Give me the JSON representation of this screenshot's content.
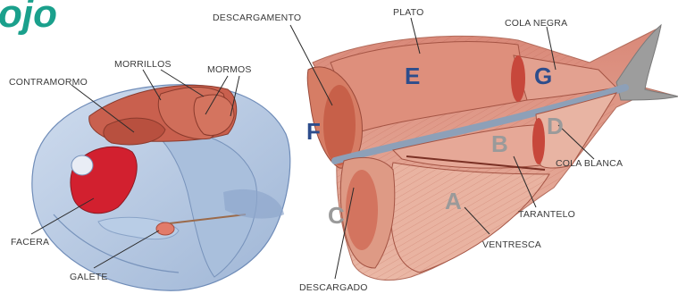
{
  "title": "ojo",
  "head_labels": {
    "contramormo": "CONTRAMORMO",
    "morrillos": "MORRILLOS",
    "mormos": "MORMOS",
    "facera": "FACERA",
    "galete": "GALETE"
  },
  "body_labels": {
    "descargamento": "DESCARGAMENTO",
    "plato": "PLATO",
    "cola_negra": "COLA NEGRA",
    "cola_blanca": "COLA BLANCA",
    "tarantelo": "TARANTELO",
    "ventresca": "VENTRESCA",
    "descargado": "DESCARGADO"
  },
  "section_letters": {
    "a": "A",
    "b": "B",
    "c": "C",
    "d": "D",
    "e": "E",
    "f": "F",
    "g": "G"
  },
  "colors": {
    "title": "#1aa08c",
    "letter_dark": "#2d4d8c",
    "letter_light": "#9a9a9a",
    "head_blue": "#b9cde6",
    "muscle_red": "#c9604e",
    "muscle_pink": "#e2a08c"
  }
}
